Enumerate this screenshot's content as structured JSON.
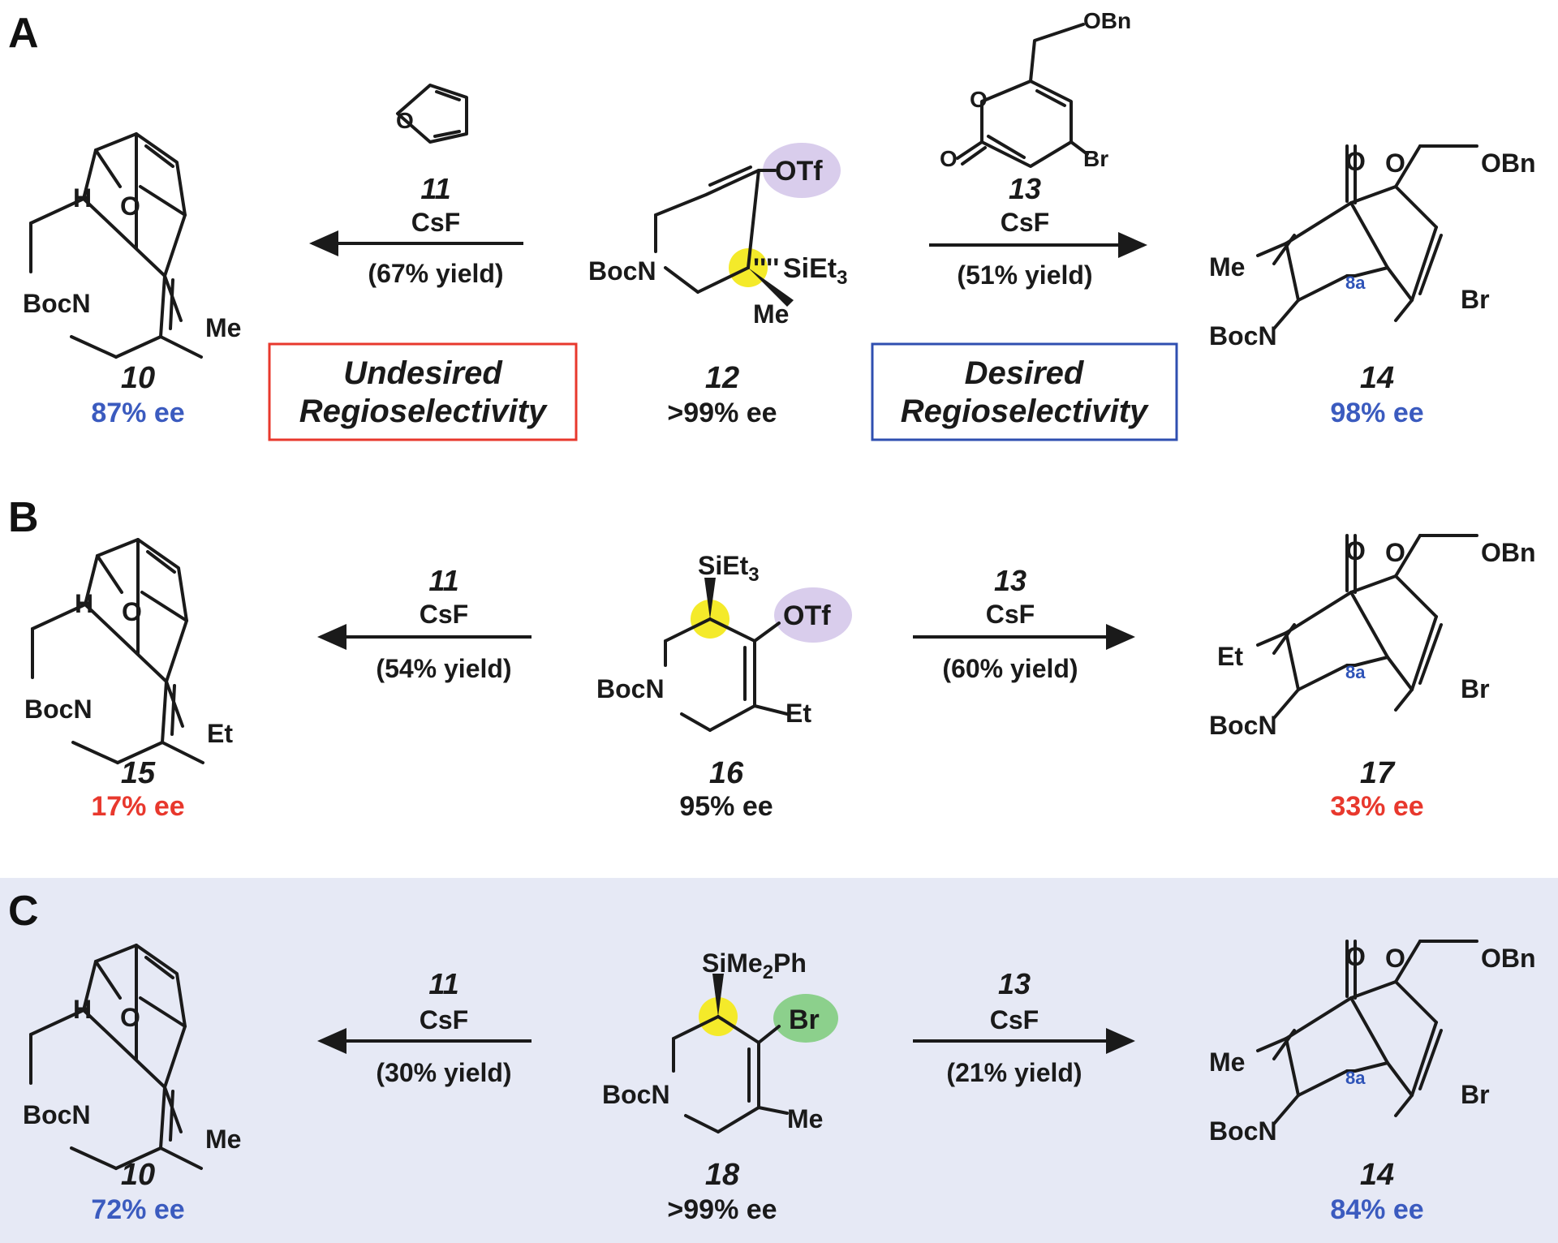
{
  "colors": {
    "good_ee": "#3b5bbf",
    "bad_ee": "#e8382d",
    "undesired_box": "#e8382d",
    "desired_box": "#2f4fb0",
    "panel_c_bg": "#e6e9f5",
    "highlight_yellow": "#f4ea2a",
    "otf_purple": "#d9cdec",
    "br_green": "#8cd08c"
  },
  "panels": [
    {
      "label": "A",
      "left_product": {
        "number": "10",
        "ee": "87% ee",
        "ee_color": "good",
        "substituent": "Me"
      },
      "left_conditions": {
        "reagent": "11",
        "base": "CsF",
        "yield": "(67% yield)"
      },
      "center": {
        "number": "12",
        "ee": ">99% ee",
        "leaving_group": "OTf",
        "silyl": "SiEt",
        "silyl_sub": "3",
        "substituent": "Me"
      },
      "right_conditions": {
        "reagent": "13",
        "base": "CsF",
        "yield": "(51% yield)"
      },
      "right_product": {
        "number": "14",
        "ee": "98% ee",
        "ee_color": "good",
        "substituent": "Me"
      },
      "undesired_box": [
        "Undesired",
        "Regioselectivity"
      ],
      "desired_box": [
        "Desired",
        "Regioselectivity"
      ]
    },
    {
      "label": "B",
      "left_product": {
        "number": "15",
        "ee": "17% ee",
        "ee_color": "bad",
        "substituent": "Et"
      },
      "left_conditions": {
        "reagent": "11",
        "base": "CsF",
        "yield": "(54% yield)"
      },
      "center": {
        "number": "16",
        "ee": "95% ee",
        "leaving_group": "OTf",
        "silyl": "SiEt",
        "silyl_sub": "3",
        "substituent": "Et"
      },
      "right_conditions": {
        "reagent": "13",
        "base": "CsF",
        "yield": "(60% yield)"
      },
      "right_product": {
        "number": "17",
        "ee": "33% ee",
        "ee_color": "bad",
        "substituent": "Et"
      }
    },
    {
      "label": "C",
      "left_product": {
        "number": "10",
        "ee": "72% ee",
        "ee_color": "good",
        "substituent": "Me"
      },
      "left_conditions": {
        "reagent": "11",
        "base": "CsF",
        "yield": "(30% yield)"
      },
      "center": {
        "number": "18",
        "ee": ">99% ee",
        "leaving_group": "Br",
        "silyl": "SiMe",
        "silyl_sub": "2",
        "silyl_tail": "Ph",
        "substituent": "Me"
      },
      "right_conditions": {
        "reagent": "13",
        "base": "CsF",
        "yield": "(21% yield)"
      },
      "right_product": {
        "number": "14",
        "ee": "84% ee",
        "ee_color": "good",
        "substituent": "Me"
      }
    }
  ],
  "common_labels": {
    "boc_n": "BocN",
    "h": "H",
    "o": "O",
    "br": "Br",
    "obn": "OBn",
    "position": "8a"
  },
  "reagents": {
    "furan_o": "O",
    "pyrone_o_ring": "O",
    "pyrone_o_exo": "O",
    "pyrone_br": "Br",
    "pyrone_obn": "OBn"
  }
}
